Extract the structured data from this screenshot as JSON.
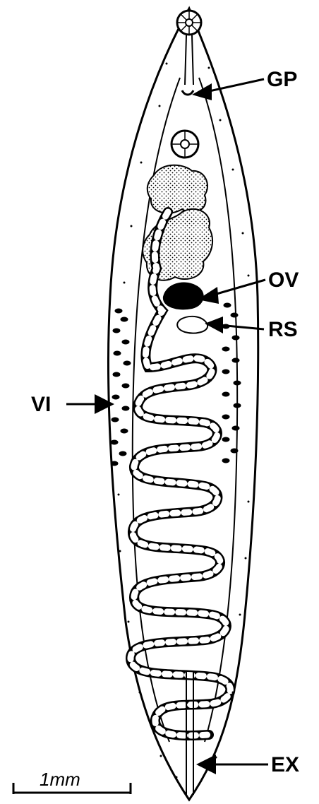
{
  "figure": {
    "labels": {
      "gp": "GP",
      "ov": "OV",
      "rs": "RS",
      "vi": "VI",
      "ex": "EX"
    },
    "scale_bar": "1mm"
  },
  "colors": {
    "ink": "#000000",
    "paper": "#ffffff"
  }
}
